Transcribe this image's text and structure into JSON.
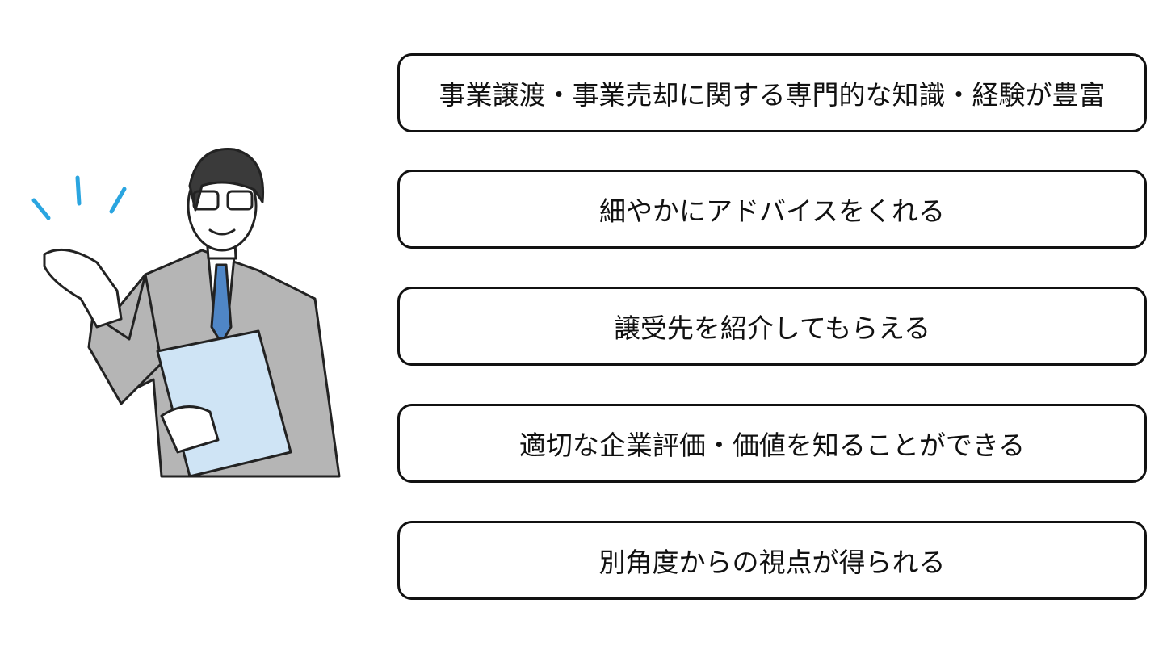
{
  "items": [
    {
      "label": "事業譲渡・事業売却に関する専門的な知識・経験が豊富"
    },
    {
      "label": "細やかにアドバイスをくれる"
    },
    {
      "label": "譲受先を紹介してもらえる"
    },
    {
      "label": "適切な企業評価・価値を知ることができる"
    },
    {
      "label": "別角度からの視点が得られる"
    }
  ],
  "colors": {
    "suit": "#b5b5b5",
    "tie": "#4f86c6",
    "folder": "#cfe4f5",
    "accent": "#2aa5e0",
    "hair": "#3a3a3a"
  }
}
